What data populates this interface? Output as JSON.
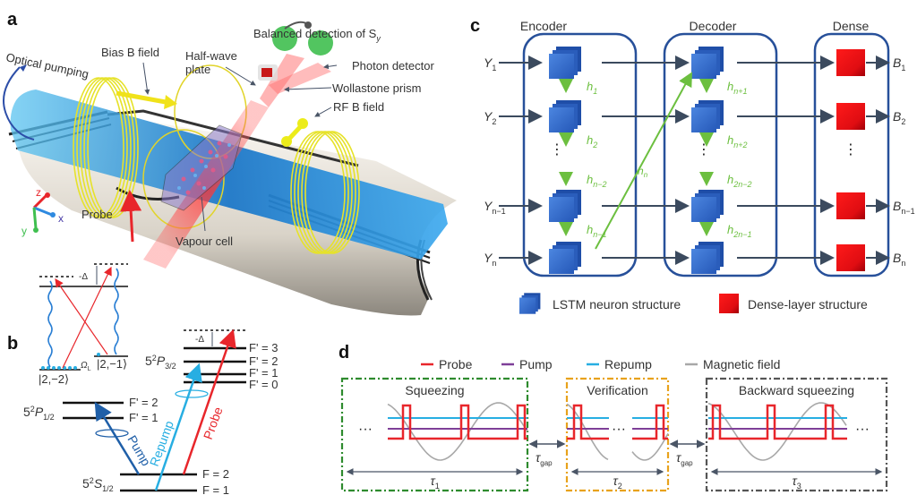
{
  "panels": {
    "a": {
      "label": "a",
      "annotations": {
        "optical_pumping": "Optical pumping",
        "bias_field": "Bias B field",
        "half_wave_1": "Half-wave",
        "half_wave_2": "plate",
        "balanced_detection": "Balanced detection of S",
        "balanced_sub": "y",
        "photon_detector": "Photon detector",
        "wollastone": "Wollastone prism",
        "rf_field": "RF B field",
        "probe": "Probe",
        "vapour_cell": "Vapour cell"
      },
      "axes": {
        "z": "z",
        "x": "x",
        "y": "y"
      }
    },
    "b": {
      "label": "b",
      "inset": {
        "delta": "-Δ",
        "omega": "Ω",
        "omega_sub": "L",
        "state_left": "|2,−2⟩",
        "state_right": "|2,−1⟩"
      },
      "levels": {
        "p32": {
          "main": "5",
          "sup": "2",
          "letter": "P",
          "sub": "3/2"
        },
        "p12": {
          "main": "5",
          "sup": "2",
          "letter": "P",
          "sub": "1/2"
        },
        "s12": {
          "main": "5",
          "sup": "2",
          "letter": "S",
          "sub": "1/2"
        },
        "p32_hyperfine": [
          "F' = 3",
          "F' = 2",
          "F' = 1",
          "F' = 0"
        ],
        "p12_hyperfine": [
          "F' = 2",
          "F' = 1"
        ],
        "s12_hyperfine": [
          "F = 2",
          "F = 1"
        ],
        "delta": "-Δ"
      },
      "transitions": {
        "pump": "Pump",
        "repump": "Repump",
        "probe": "Probe"
      }
    },
    "c": {
      "label": "c",
      "blocks": {
        "encoder": "Encoder",
        "decoder": "Decoder",
        "dense": "Dense"
      },
      "inputs": [
        {
          "main": "Y",
          "sub": "1"
        },
        {
          "main": "Y",
          "sub": "2"
        },
        {
          "main": "Y",
          "sub": "n−1"
        },
        {
          "main": "Y",
          "sub": "n"
        }
      ],
      "outputs": [
        {
          "main": "B",
          "sub": "1"
        },
        {
          "main": "B",
          "sub": "2"
        },
        {
          "main": "B",
          "sub": "n−1"
        },
        {
          "main": "B",
          "sub": "n"
        }
      ],
      "encoder_hidden": [
        {
          "main": "h",
          "sub": "1"
        },
        {
          "main": "h",
          "sub": "2"
        },
        {
          "main": "h",
          "sub": "n−2"
        },
        {
          "main": "h",
          "sub": "n−1"
        }
      ],
      "decoder_hidden": [
        {
          "main": "h",
          "sub": "n+1"
        },
        {
          "main": "h",
          "sub": "n+2"
        },
        {
          "main": "h",
          "sub": "2n−2"
        },
        {
          "main": "h",
          "sub": "2n−1"
        }
      ],
      "context": {
        "main": "h",
        "sub": "n"
      },
      "ellipsis": "⋮",
      "legend": {
        "lstm": "LSTM neuron structure",
        "dense": "Dense-layer structure"
      },
      "colors": {
        "lstm": "#2f66c8",
        "dense": "#e0151a",
        "frame": "#27509a",
        "hidden": "#6cbf3f"
      }
    },
    "d": {
      "label": "d",
      "legend": [
        {
          "name": "Probe",
          "color": "#e8262b"
        },
        {
          "name": "Pump",
          "color": "#7e3f98"
        },
        {
          "name": "Repump",
          "color": "#27aee2"
        },
        {
          "name": "Magnetic field",
          "color": "#a8a8a8"
        }
      ],
      "stages": [
        {
          "title": "Squeezing",
          "tau": {
            "main": "τ",
            "sub": "1"
          },
          "border": "#2e8b2e"
        },
        {
          "title": "Verification",
          "tau": {
            "main": "τ",
            "sub": "2"
          },
          "border": "#e8a21c"
        },
        {
          "title": "Backward squeezing",
          "tau": {
            "main": "τ",
            "sub": "3"
          },
          "border": "#555555"
        }
      ],
      "gap": {
        "main": "τ",
        "sub": "gap"
      },
      "ellipsis": "···"
    }
  }
}
